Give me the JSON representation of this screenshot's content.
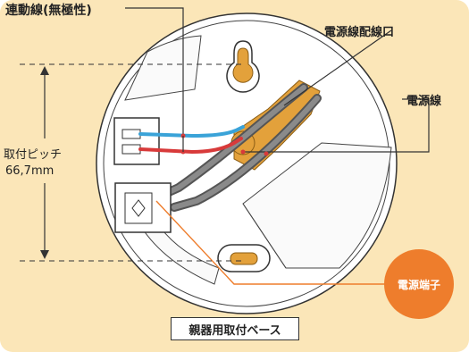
{
  "labels": {
    "interlock_wire": "連動線(無極性)",
    "power_wire_outlet": "電源線配線口",
    "power_wire": "電源線",
    "mount_pitch_title": "取付ピッチ",
    "mount_pitch_value": "66,7mm",
    "power_terminal": "電源端子",
    "caption": "親器用取付ベース"
  },
  "colors": {
    "background": "#fbe6b8",
    "leader_line_dark": "#333333",
    "leader_line_terminal": "#ee7d2c",
    "badge": "#ee7d2c",
    "wire_blue": "#3aa3d8",
    "wire_red": "#d83a3a",
    "cable_gray": "#7a7a7a",
    "plastic_amber": "#e3a13b"
  }
}
